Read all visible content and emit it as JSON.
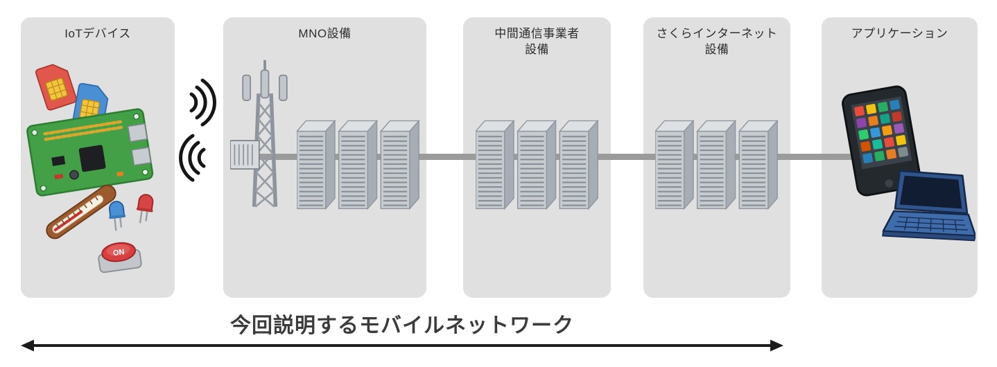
{
  "panels": [
    {
      "label": "IoTデバイス"
    },
    {
      "label": "MNO設備"
    },
    {
      "label": "中間通信事業者",
      "label2": "設備"
    },
    {
      "label": "さくらインターネット",
      "label2": "設備"
    },
    {
      "label": "アプリケーション"
    }
  ],
  "iot": {
    "button_label": "ON"
  },
  "caption": "今回説明するモバイルネットワーク",
  "colors": {
    "panel_bg": "#e0e0e0",
    "connector_line": "#9b9b9b",
    "arrow": "#1c1c1c",
    "caption_text": "#3b3b3b"
  }
}
